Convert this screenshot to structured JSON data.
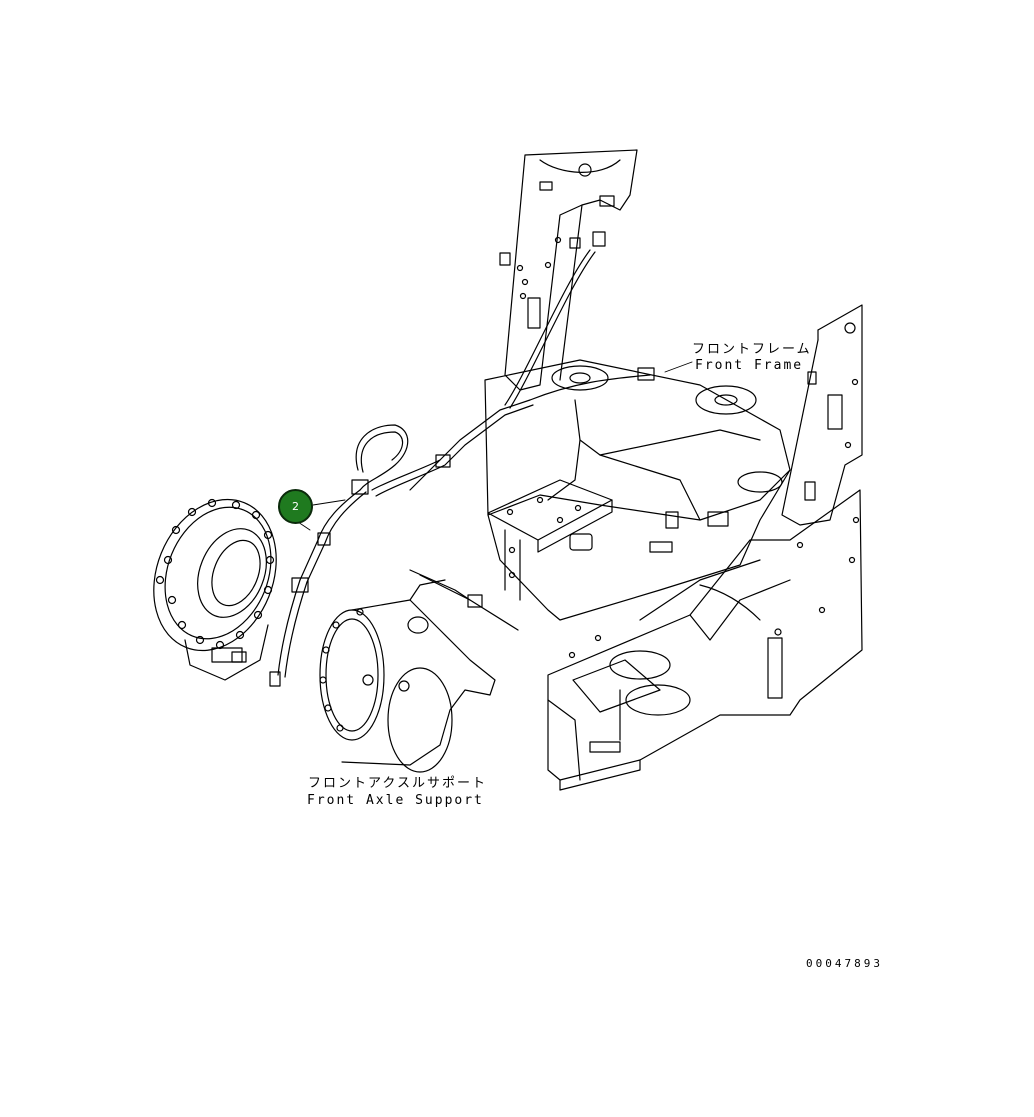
{
  "callout": {
    "number": "2",
    "color": "#1f7a1f"
  },
  "labels": {
    "front_frame_jp": "フロントフレーム",
    "front_frame_en": "Front Frame",
    "front_axle_support_jp": "フロントアクスルサポート",
    "front_axle_support_en": "Front Axle Support"
  },
  "drawing_number": "00047893"
}
